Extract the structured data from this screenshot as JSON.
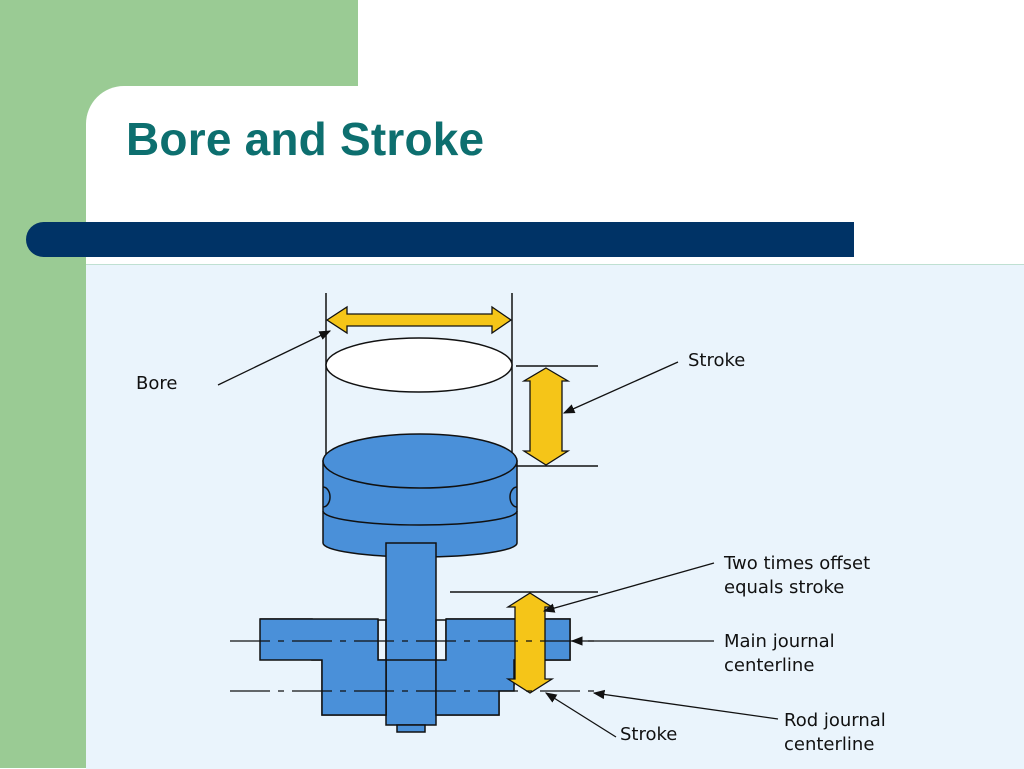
{
  "slide": {
    "title": "Bore and Stroke"
  },
  "diagram": {
    "labels": {
      "bore": "Bore",
      "stroke_top": "Stroke",
      "offset_line1": "Two times offset",
      "offset_line2": "equals stroke",
      "main_journal_line1": "Main journal",
      "main_journal_line2": "centerline",
      "stroke_bottom": "Stroke",
      "rod_journal_line1": "Rod journal",
      "rod_journal_line2": "centerline"
    },
    "colors": {
      "piston_blue": "#4A90D9",
      "arrow_yellow": "#F5C518",
      "line_black": "#111111",
      "cylinder_fill": "#FFFFFF"
    }
  }
}
